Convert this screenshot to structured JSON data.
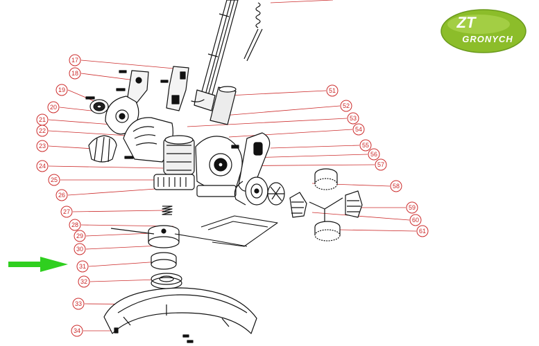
{
  "logo": {
    "mark": "ZT",
    "brand": "GRONYCH",
    "color": "#8cbd2a"
  },
  "callout_color": "#cc2a2a",
  "pointer_arrow": {
    "color": "#2fcf1f",
    "points_to_part": "31"
  },
  "part_labels": [
    "17",
    "18",
    "19",
    "20",
    "21",
    "22",
    "23",
    "24",
    "25",
    "26",
    "27",
    "28",
    "29",
    "30",
    "31",
    "32",
    "33",
    "34",
    "51",
    "52",
    "53",
    "54",
    "55",
    "56",
    "57",
    "58",
    "59",
    "60",
    "61"
  ]
}
